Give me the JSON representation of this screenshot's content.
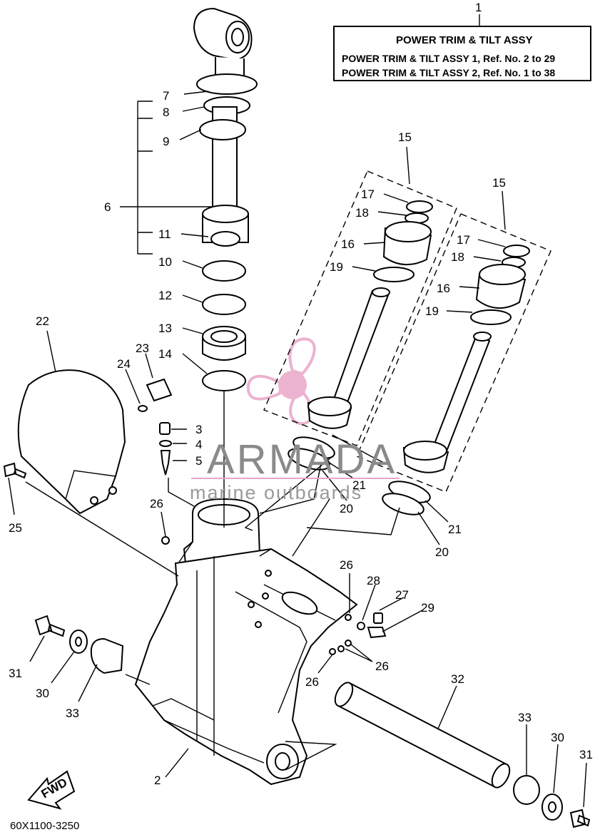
{
  "legend": {
    "title": "POWER TRIM  & TILT ASSY",
    "line1": "POWER TRIM & TILT ASSY 1,  Ref. No. 2 to 29",
    "line2": "POWER TRIM & TILT ASSY 2,  Ref. No. 1 to 38"
  },
  "diagram_code": "60X1100-3250",
  "fwd_label": "FWD",
  "watermark": {
    "brand": "ARMADA",
    "tagline": "marine outboards"
  },
  "colors": {
    "line": "#000000",
    "watermark_text": "#8a8a8a",
    "watermark_logo": "#e8a6c8"
  },
  "callouts": [
    "1",
    "2",
    "3",
    "4",
    "5",
    "6",
    "7",
    "8",
    "9",
    "10",
    "11",
    "12",
    "13",
    "14",
    "15",
    "15",
    "16",
    "16",
    "17",
    "17",
    "18",
    "18",
    "19",
    "19",
    "20",
    "20",
    "21",
    "21",
    "22",
    "23",
    "24",
    "25",
    "26",
    "26",
    "26",
    "26",
    "27",
    "28",
    "29",
    "30",
    "30",
    "31",
    "31",
    "32",
    "33",
    "33"
  ]
}
